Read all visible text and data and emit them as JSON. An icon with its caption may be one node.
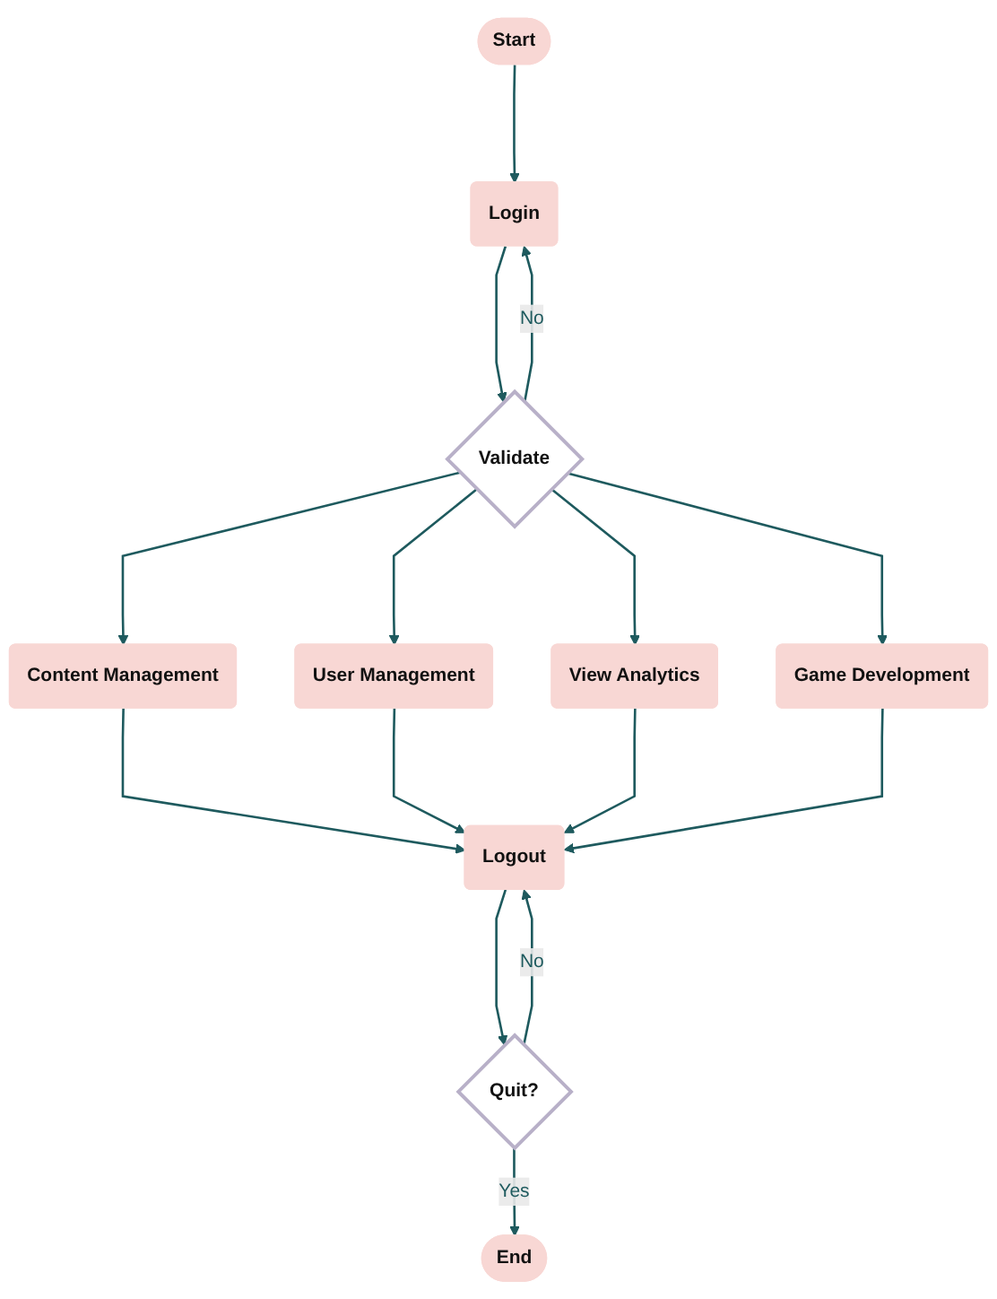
{
  "diagram": {
    "nodes": [
      {
        "text": [
          "Start"
        ]
      },
      {
        "text": [
          "Login"
        ]
      },
      {
        "text": [
          "Validate"
        ]
      },
      {
        "text": [
          "Content Management"
        ]
      },
      {
        "text": [
          "User Management"
        ]
      },
      {
        "text": [
          "View Analytics"
        ]
      },
      {
        "text": [
          "Game Development"
        ]
      },
      {
        "text": [
          "Logout"
        ]
      },
      {
        "text": [
          "Quit?"
        ]
      },
      {
        "text": [
          "End"
        ]
      }
    ],
    "edges": [
      {
        "from": 0,
        "to": 1,
        "arrow": "to"
      },
      {
        "from": 1,
        "to": 2,
        "arrow": "to"
      },
      {
        "from": 2,
        "to": 1,
        "arrow": "to",
        "label": "No"
      },
      {
        "from": 2,
        "to": 3,
        "arrow": "to"
      },
      {
        "from": 2,
        "to": 4,
        "arrow": "to"
      },
      {
        "from": 2,
        "to": 5,
        "arrow": "to"
      },
      {
        "from": 2,
        "to": 6,
        "arrow": "to"
      },
      {
        "from": 3,
        "to": 7,
        "arrow": "to"
      },
      {
        "from": 4,
        "to": 7,
        "arrow": "to"
      },
      {
        "from": 5,
        "to": 7,
        "arrow": "to"
      },
      {
        "from": 6,
        "to": 7,
        "arrow": "to"
      },
      {
        "from": 7,
        "to": 8,
        "arrow": "to"
      },
      {
        "from": 8,
        "to": 7,
        "arrow": "to",
        "label": "No"
      },
      {
        "from": 8,
        "to": 9,
        "arrow": "to",
        "label": "Yes"
      }
    ]
  }
}
